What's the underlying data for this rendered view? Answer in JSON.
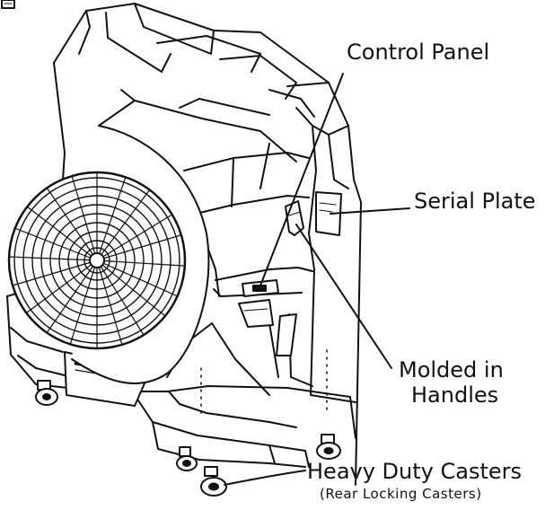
{
  "labels": {
    "control_panel": "Control Panel",
    "serial_plate": "Serial Plate",
    "molded_line1": "Molded in",
    "molded_line2": "Handles",
    "casters": "Heavy Duty  Casters",
    "casters_sub": "(Rear Locking Casters)"
  },
  "colors": {
    "line": "#111111",
    "fill": "#ffffff",
    "shade": "#e6e6e6"
  },
  "icons": {
    "corner": "document-icon"
  }
}
